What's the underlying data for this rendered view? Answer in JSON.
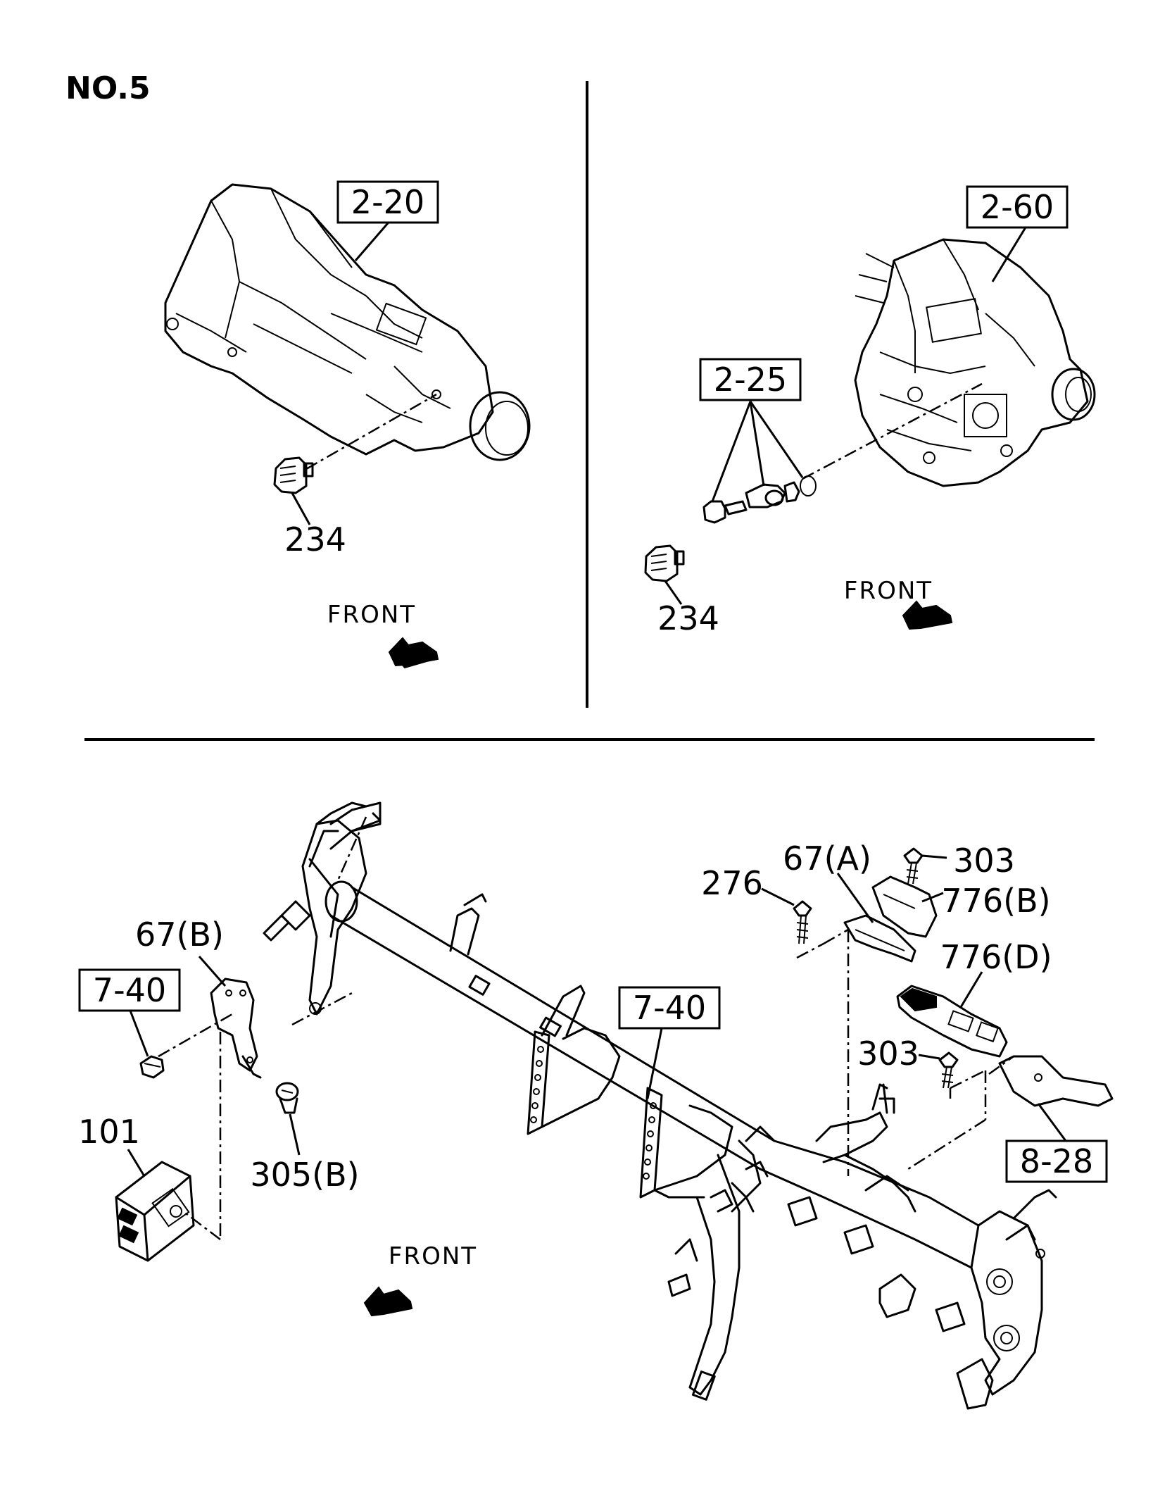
{
  "title": "NO.5",
  "upper_left": {
    "ref_box": "2-20",
    "part_234": "234",
    "front": "FRONT"
  },
  "upper_right": {
    "ref_box_top": "2-60",
    "ref_box_mid": "2-25",
    "part_234": "234",
    "front": "FRONT"
  },
  "lower": {
    "part_67b": "67(B)",
    "ref_box_left": "7-40",
    "part_101": "101",
    "part_305b": "305(B)",
    "ref_box_center": "7-40",
    "front": "FRONT",
    "part_276": "276",
    "part_67a": "67(A)",
    "part_303_top": "303",
    "part_776b": "776(B)",
    "part_776d": "776(D)",
    "part_303_mid": "303",
    "ref_box_right": "8-28"
  }
}
